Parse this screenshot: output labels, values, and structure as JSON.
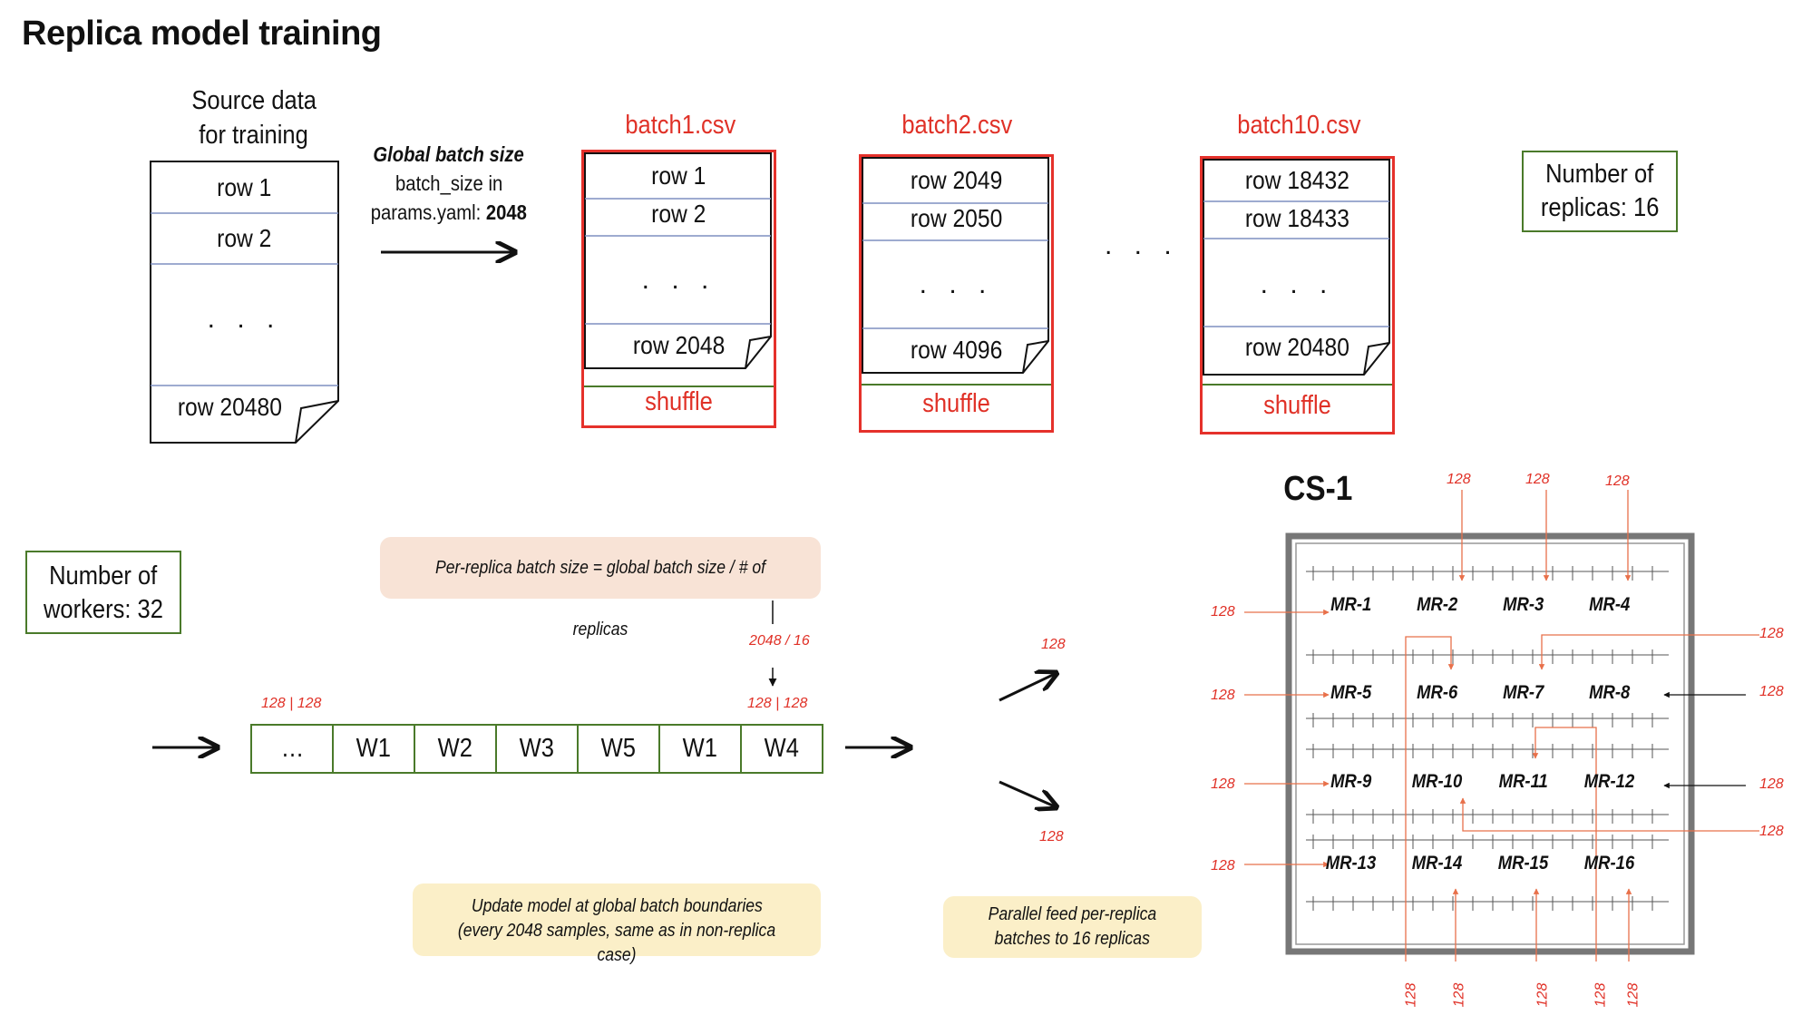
{
  "title": "Replica model training",
  "source": {
    "caption_line1": "Source data",
    "caption_line2": "for training",
    "rows": [
      "row 1",
      "row 2",
      ". . .",
      "row 20480"
    ]
  },
  "global_batch": {
    "label": "Global batch size",
    "line2": "batch_size in",
    "line3_prefix": "params.yaml: ",
    "value": "2048"
  },
  "batches": [
    {
      "title": "batch1.csv",
      "rows": [
        "row 1",
        "row 2",
        ". . .",
        "row 2048"
      ],
      "shuffle": "shuffle"
    },
    {
      "title": "batch2.csv",
      "rows": [
        "row 2049",
        "row 2050",
        ". . .",
        "row 4096"
      ],
      "shuffle": "shuffle"
    },
    {
      "title": "batch10.csv",
      "rows": [
        "row 18432",
        "row 18433",
        ". . .",
        "row 20480"
      ],
      "shuffle": "shuffle"
    }
  ],
  "between_batches": ". . .",
  "replicas_box": {
    "line1": "Number of",
    "line2": "replicas: 16"
  },
  "workers_box": {
    "line1": "Number of",
    "line2": "workers: 32"
  },
  "per_replica_note": "Per-replica batch size = global batch size / # of replicas",
  "division_label": "2048 / 16",
  "split_label_left": "128 | 128",
  "split_label_right": "128 | 128",
  "workers": [
    "…",
    "W1",
    "W2",
    "W3",
    "W5",
    "W1",
    "W4"
  ],
  "fan_labels": {
    "top": "128",
    "bottom": "128"
  },
  "update_note": {
    "line1": "Update model at global batch boundaries",
    "line2": "(every 2048 samples, same as in non-replica case)"
  },
  "parallel_note": {
    "line1": "Parallel feed per-replica",
    "line2": "batches to 16 replicas"
  },
  "cs1": {
    "label": "CS-1",
    "replicas": [
      "MR-1",
      "MR-2",
      "MR-3",
      "MR-4",
      "MR-5",
      "MR-6",
      "MR-7",
      "MR-8",
      "MR-9",
      "MR-10",
      "MR-11",
      "MR-12",
      "MR-13",
      "MR-14",
      "MR-15",
      "MR-16"
    ],
    "feed_label": "128"
  },
  "colors": {
    "red": "#e5312b",
    "orange": "#e8704a",
    "green": "#4a7a2a",
    "peach": "#f8e3d6",
    "yellow": "#fbefc8"
  }
}
